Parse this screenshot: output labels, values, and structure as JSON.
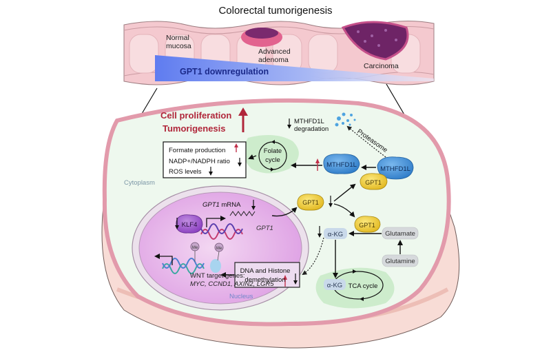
{
  "title": "Colorectal tumorigenesis",
  "colon": {
    "stages": [
      "Normal mucosa",
      "Advanced adenoma",
      "Carcinoma"
    ],
    "stage_lines": [
      [
        "Normal",
        "mucosa"
      ],
      [
        "Advanced",
        "adenoma"
      ],
      [
        "Carcinoma"
      ]
    ],
    "gradient_label": "GPT1 downregulation"
  },
  "outcome": {
    "line1": "Cell proliferation",
    "line2": "Tumorigenesis",
    "direction": "up"
  },
  "metabolic_box": {
    "items": [
      {
        "label": "Formate production",
        "direction": "up"
      },
      {
        "label": "NADP+/NADPH ratio",
        "direction": "down"
      },
      {
        "label": "ROS levels",
        "direction": "down"
      }
    ]
  },
  "folate": {
    "line1": "Folate",
    "line2": "cycle"
  },
  "mthfd1l": {
    "degradation_line1": "MTHFD1L",
    "degradation_line2": "degradation",
    "degradation_direction": "down",
    "proteasome": "Proteasome",
    "free_label": "MTHFD1L",
    "bound_label": "MTHFD1L",
    "free_direction": "up"
  },
  "gpt1": {
    "bound_label": "GPT1",
    "center_label": "GPT1",
    "lower_label": "GPT1",
    "center_direction": "down"
  },
  "compartments": {
    "cytoplasm": "Cytoplasm",
    "nucleus": "Nucleus"
  },
  "nucleus": {
    "mrna_gene": "GPT1",
    "mrna_suffix": " mRNA",
    "mrna_direction": "down",
    "klf4": "KLF4",
    "klf4_direction": "down",
    "gene_label": "GPT1",
    "methyl_label": "Me",
    "demethylation_line1": "DNA and Histone",
    "demethylation_line2": "demethylation",
    "demethylation_direction": "down",
    "wnt_title": "WNT target genes:",
    "wnt_genes": "MYC, CCND1, AXIN2, LGR5",
    "wnt_direction": "up"
  },
  "metabolites": {
    "akg": "α-KG",
    "akg_direction": "down",
    "glutamate": "Glutamate",
    "glutamine": "Glutamine",
    "akg_tca": "α-KG",
    "tca": "TCA cycle"
  },
  "colors": {
    "red_text": "#b0263a",
    "red_arrow": "#c0304a",
    "membrane": "#e9a7b3",
    "cytoplasm_fill": "#eef8ee",
    "nucleus_fill": "#e7b4ea",
    "mthfd1l_blue": "#3f8fd4",
    "gpt1_yellow": "#f2d13a",
    "klf4_purple": "#9a4fc9",
    "metabolite_grey": "#d6d9dc",
    "akg_blue": "#c9d9ea",
    "green_zone": "#cdeccc",
    "gradient_blue": "#6f86e8"
  }
}
